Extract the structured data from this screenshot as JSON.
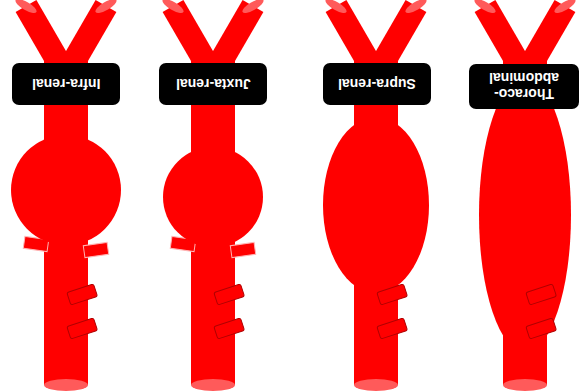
{
  "diagram": {
    "nodes": [
      {
        "text": [
          "Infra-renal"
        ]
      },
      {
        "text": [
          "Juxta-renal"
        ]
      },
      {
        "text": [
          "Supra-renal"
        ]
      },
      {
        "text": [
          "Thoraco- abdominal"
        ]
      }
    ]
  }
}
